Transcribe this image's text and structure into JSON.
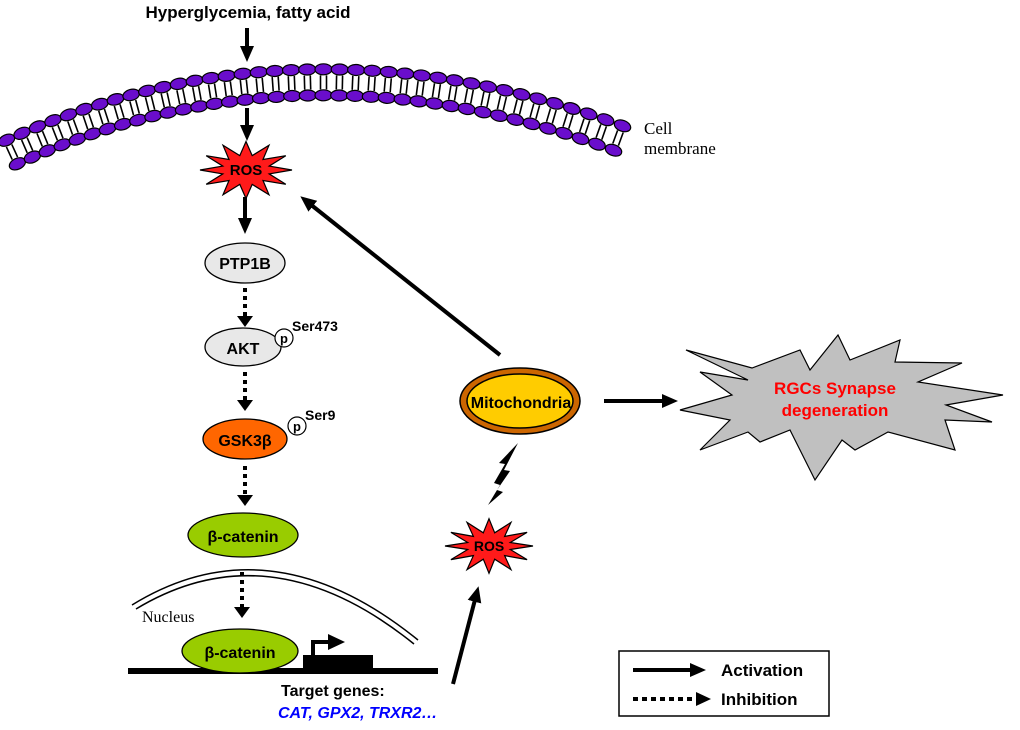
{
  "title": "Hyperglycemia, fatty acid",
  "membrane_label": [
    "Cell",
    "membrane"
  ],
  "nodes": {
    "ros_top": "ROS",
    "ptp1b": "PTP1B",
    "akt": "AKT",
    "akt_phospho": "p",
    "akt_site": "Ser473",
    "gsk3b": "GSK3β",
    "gsk3b_phospho": "p",
    "gsk3b_site": "Ser9",
    "bcatenin_cyto": "β-catenin",
    "bcatenin_nuc": "β-catenin",
    "nucleus": "Nucleus",
    "target_genes_label": "Target genes:",
    "target_genes_list": "CAT, GPX2, TRXR2…",
    "mitochondria": "Mitochondria",
    "ros_bottom": "ROS",
    "outcome_line1": "RGCs Synapse",
    "outcome_line2": "degeneration"
  },
  "legend": {
    "activation": "Activation",
    "inhibition": "Inhibition"
  },
  "colors": {
    "membrane_head": "#6a0dcc",
    "ros": "#ff1a1a",
    "ptp1b": "#e8e8e8",
    "akt": "#e8e8e8",
    "gsk3b": "#ff6600",
    "bcatenin": "#99cc00",
    "mito_fill": "#ffcc00",
    "mito_ring": "#cc6600",
    "outcome_fill": "#c0c0c0",
    "outcome_text": "#ff0000",
    "genes_text": "#0000ff"
  }
}
